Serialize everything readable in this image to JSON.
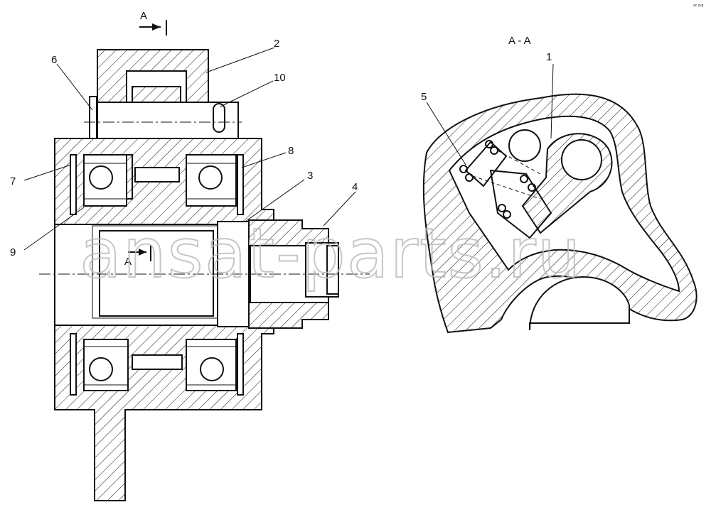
{
  "section_marks": {
    "top_left": "A",
    "middle": "A",
    "section_title": "A - A"
  },
  "callouts": [
    {
      "id": "c1",
      "text": "1"
    },
    {
      "id": "c2",
      "text": "2"
    },
    {
      "id": "c3",
      "text": "3"
    },
    {
      "id": "c4",
      "text": "4"
    },
    {
      "id": "c5",
      "text": "5"
    },
    {
      "id": "c6",
      "text": "6"
    },
    {
      "id": "c7",
      "text": "7"
    },
    {
      "id": "c8",
      "text": "8"
    },
    {
      "id": "c9",
      "text": "9"
    },
    {
      "id": "c10",
      "text": "10"
    }
  ],
  "watermark": "ansat-parts.ru",
  "corner_mark": "ac svg"
}
